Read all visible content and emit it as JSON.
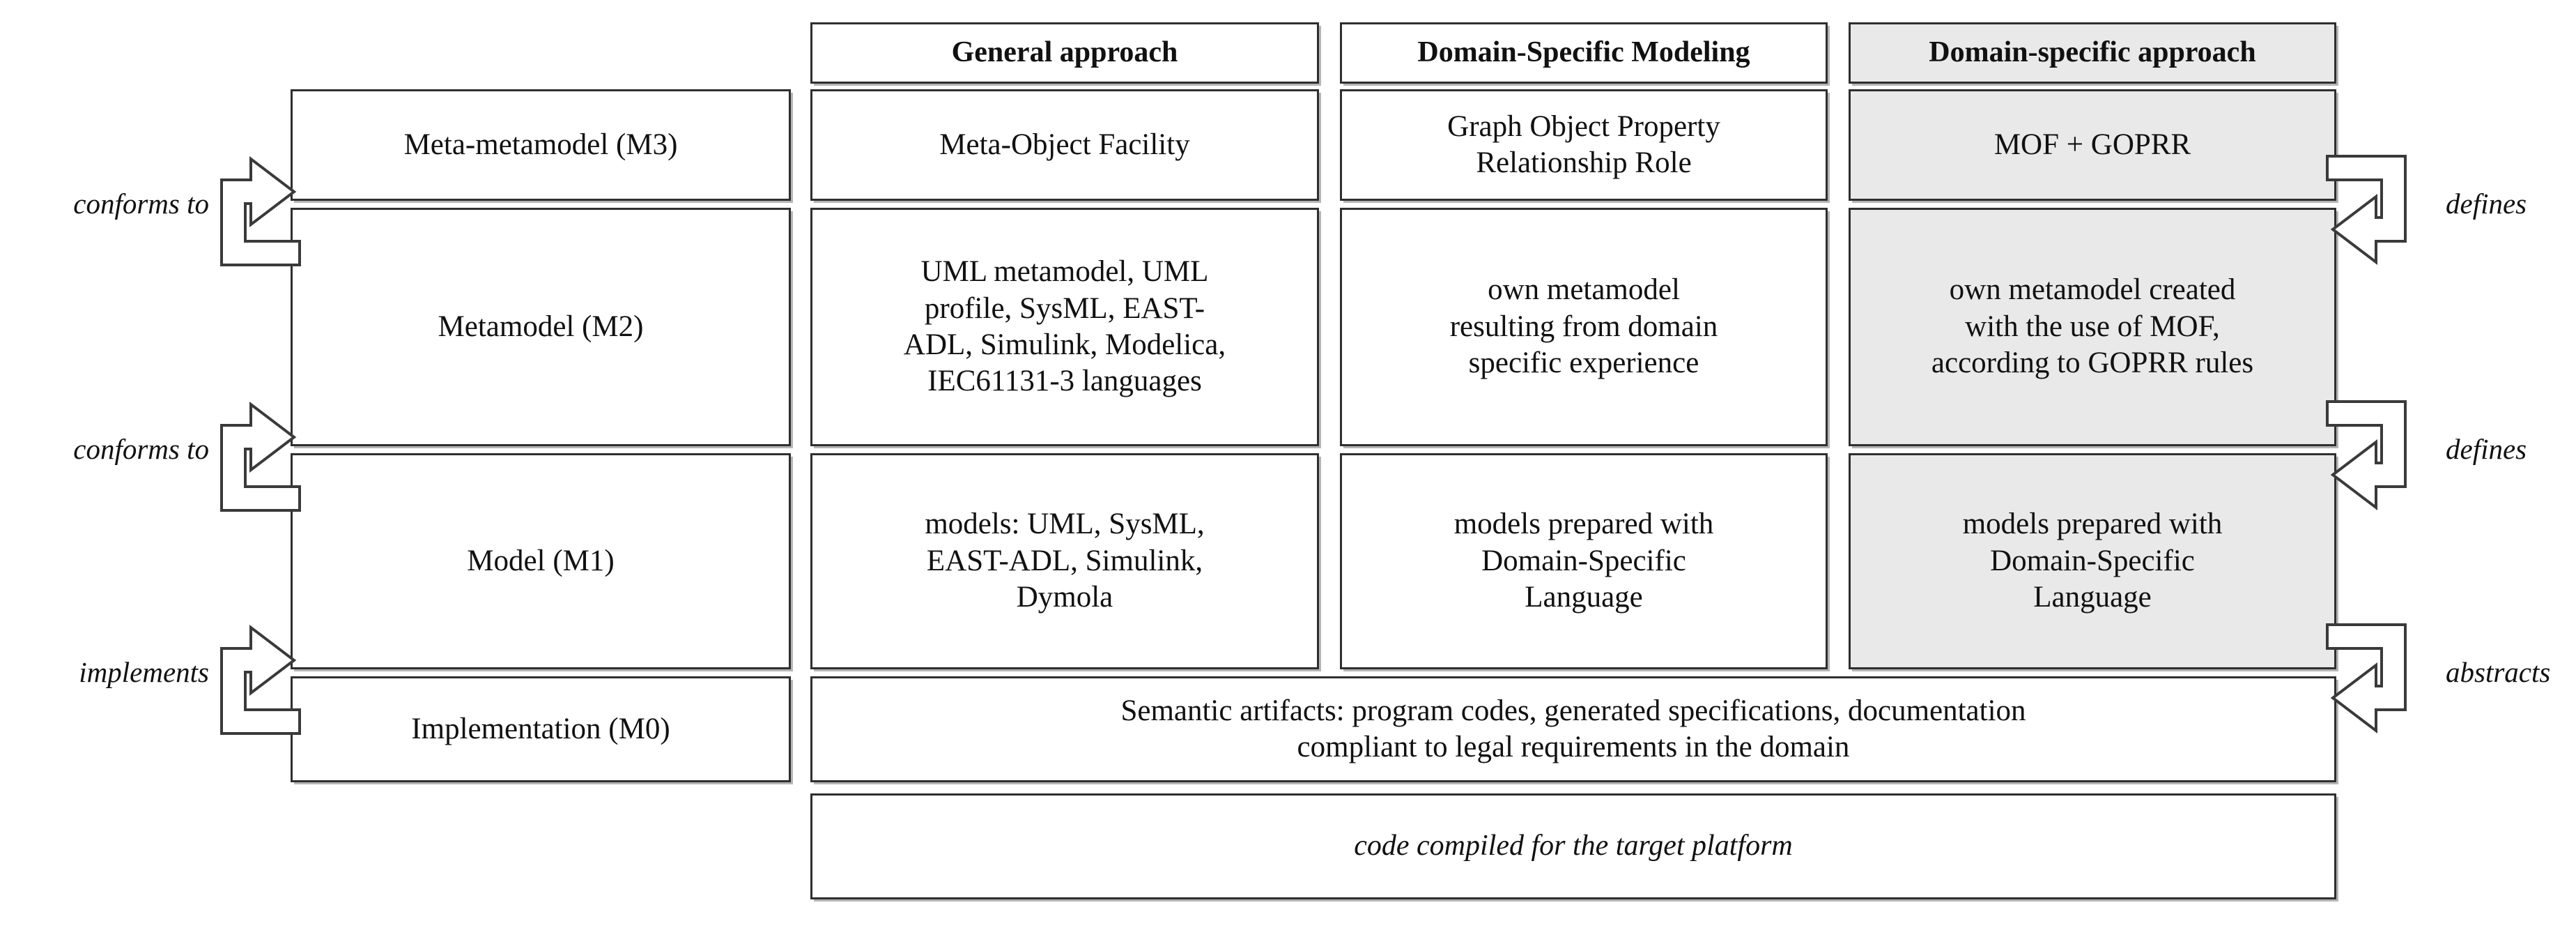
{
  "diagram": {
    "title_row": {
      "columns": [
        {
          "label": "General approach",
          "shaded": false
        },
        {
          "label": "Domain-Specific Modeling",
          "shaded": false
        },
        {
          "label": "Domain-specific approach",
          "shaded": true
        }
      ]
    },
    "levels": [
      {
        "id": "m3",
        "label": "Meta-metamodel (M3)"
      },
      {
        "id": "m2",
        "label": "Metamodel (M2)"
      },
      {
        "id": "m1",
        "label": "Model (M1)"
      },
      {
        "id": "m0",
        "label": "Implementation (M0)"
      }
    ],
    "cells": {
      "m3": [
        "Meta-Object Facility",
        "Graph Object Property\nRelationship Role",
        "MOF + GOPRR"
      ],
      "m2": [
        "UML metamodel, UML\nprofile, SysML, EAST-\nADL, Simulink, Modelica,\nIEC61131-3 languages",
        "own metamodel\nresulting from domain\nspecific experience",
        "own metamodel created\nwith the use of MOF,\naccording to GOPRR rules"
      ],
      "m1": [
        "models: UML, SysML,\nEAST-ADL, Simulink,\nDymola",
        "models prepared with\nDomain-Specific\nLanguage",
        "models prepared with\nDomain-Specific\nLanguage"
      ]
    },
    "implementation_row": {
      "text": "Semantic artifacts: program codes, generated specifications, documentation\ncompliant to legal requirements in the domain"
    },
    "compiled_row": {
      "text": "code compiled for the target platform"
    },
    "relations_left": [
      {
        "label": "conforms to",
        "from": "m2",
        "to": "m3"
      },
      {
        "label": "conforms to",
        "from": "m1",
        "to": "m2"
      },
      {
        "label": "implements",
        "from": "m0",
        "to": "m1"
      }
    ],
    "relations_right": [
      {
        "label": "defines",
        "from": "m3",
        "to": "m2"
      },
      {
        "label": "defines",
        "from": "m2",
        "to": "m1"
      },
      {
        "label": "abstracts",
        "from": "m1",
        "to": "m0"
      }
    ],
    "colors": {
      "shaded_fill": "#e9e9e9",
      "plain_fill": "#ffffff",
      "border": "#2f2f2f",
      "shadow": "#8c8c8c",
      "text": "#111111"
    }
  }
}
